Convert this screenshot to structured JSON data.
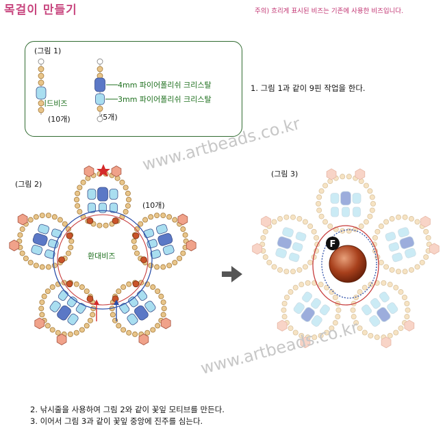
{
  "title": "목걸이 만들기",
  "note": "주의) 흐리게 표시된 비즈는 기존에 사용한 비즈입니다.",
  "fig1": {
    "label": "(그림 1)",
    "seed_beads": "시드비즈",
    "count_left": "(10개)",
    "crystal_4mm": "4mm 파이어폴리쉬 크리스탈",
    "crystal_3mm": "3mm 파이어폴리쉬 크리스탈",
    "count_right": "(5개)"
  },
  "step1": "1. 그림 1과 같이 9핀 작업을 한다.",
  "fig2": {
    "label": "(그림 2)",
    "count": "(10개)",
    "ring_beads": "환대비즈"
  },
  "fig3": {
    "label": "(그림 3)",
    "marker": "F"
  },
  "watermark": "www.artbeads.co.kr",
  "step2": "2. 낚시줄을 사용하여 그림 2와 같이 꽃잎 모티브를 만든다.",
  "step3": "3. 이어서 그림 3과 같이 꽃잎 중앙에 진주를 심는다.",
  "colors": {
    "title": "#c8477f",
    "label_green": "#1d6f1d",
    "seed": "#e8c58a",
    "crystal_4mm": "#5b78c6",
    "crystal_3mm": "#a9def0",
    "hexagon": "#f0a28a",
    "red_bead": "#c9542a",
    "pearl": "#9a3214"
  }
}
